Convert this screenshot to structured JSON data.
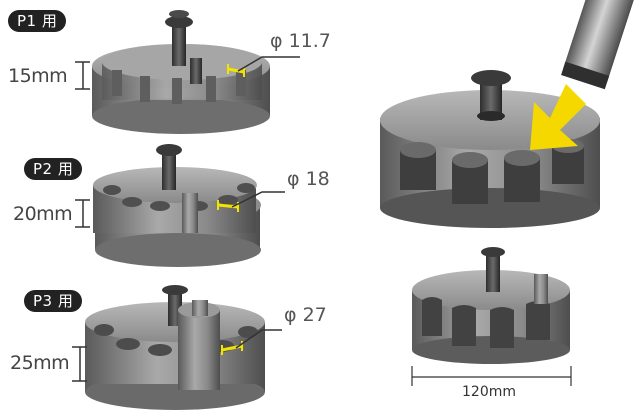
{
  "parts": [
    {
      "badge": "P1 用",
      "height": "15mm",
      "diameter_symbol": "φ",
      "diameter_value": "11.7"
    },
    {
      "badge": "P2 用",
      "height": "20mm",
      "diameter_symbol": "φ",
      "diameter_value": "18"
    },
    {
      "badge": "P3 用",
      "height": "25mm",
      "diameter_symbol": "φ",
      "diameter_value": "27"
    }
  ],
  "width_label": "120mm",
  "colors": {
    "badge_bg": "#222222",
    "marker": "#f2e300",
    "arrow": "#f5d800",
    "metal": "#8c8c8c"
  }
}
